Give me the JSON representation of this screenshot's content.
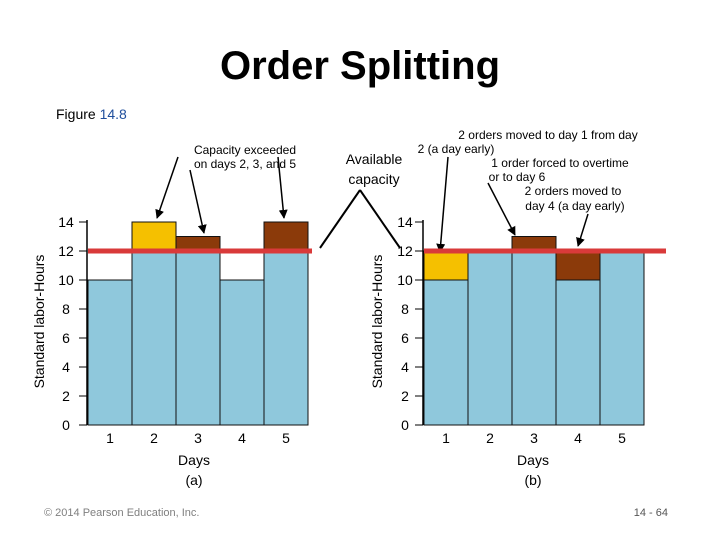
{
  "slide": {
    "title": "Order Splitting",
    "figure_prefix": "Figure",
    "figure_number": "14.8",
    "copyright": "© 2014 Pearson Education, Inc.",
    "page_number": "14 - 64"
  },
  "colors": {
    "bar_fill": "#8fc8dc",
    "bar_stroke": "#111111",
    "excess_yellow": "#f5c000",
    "excess_brown": "#8b3a0a",
    "capacity_line": "#d93a3a"
  },
  "annotations": {
    "capacity_exceeded_line1": "Capacity exceeded",
    "capacity_exceeded_line2": "on days 2, 3, and 5",
    "available_line1": "Available",
    "available_line2": "capacity",
    "moved_line1": "2 orders moved to day 1 from day",
    "moved_line2": "2 (a day early)",
    "overtime_line1": "1 order forced to overtime",
    "overtime_line2": "or to day 6",
    "moved4_line1": "2 orders moved to",
    "moved4_line2": "day 4 (a day early)"
  },
  "chart_data": [
    {
      "type": "bar",
      "stacked": true,
      "ylabel": "Standard labor-Hours",
      "xlabel_line1": "Days",
      "xlabel_line2": "(a)",
      "categories": [
        "1",
        "2",
        "3",
        "4",
        "5"
      ],
      "yticks": [
        0,
        2,
        4,
        6,
        8,
        10,
        12,
        14
      ],
      "ylim": [
        0,
        14
      ],
      "capacity": 12,
      "series": [
        {
          "values": [
            10,
            12,
            12,
            10,
            12
          ],
          "color": "#8fc8dc"
        },
        {
          "values": [
            0,
            2,
            0,
            0,
            0
          ],
          "color": "#f5c000"
        },
        {
          "values": [
            0,
            0,
            1,
            0,
            2
          ],
          "color": "#8b3a0a"
        }
      ]
    },
    {
      "type": "bar",
      "stacked": true,
      "ylabel": "Standard labor-Hours",
      "xlabel_line1": "Days",
      "xlabel_line2": "(b)",
      "categories": [
        "1",
        "2",
        "3",
        "4",
        "5"
      ],
      "yticks": [
        0,
        2,
        4,
        6,
        8,
        10,
        12,
        14
      ],
      "ylim": [
        0,
        14
      ],
      "capacity": 12,
      "series": [
        {
          "values": [
            10,
            12,
            12,
            10,
            12
          ],
          "color": "#8fc8dc"
        },
        {
          "values": [
            2,
            0,
            0,
            0,
            0
          ],
          "color": "#f5c000"
        },
        {
          "values": [
            0,
            0,
            1,
            2,
            0
          ],
          "color": "#8b3a0a"
        }
      ]
    }
  ]
}
